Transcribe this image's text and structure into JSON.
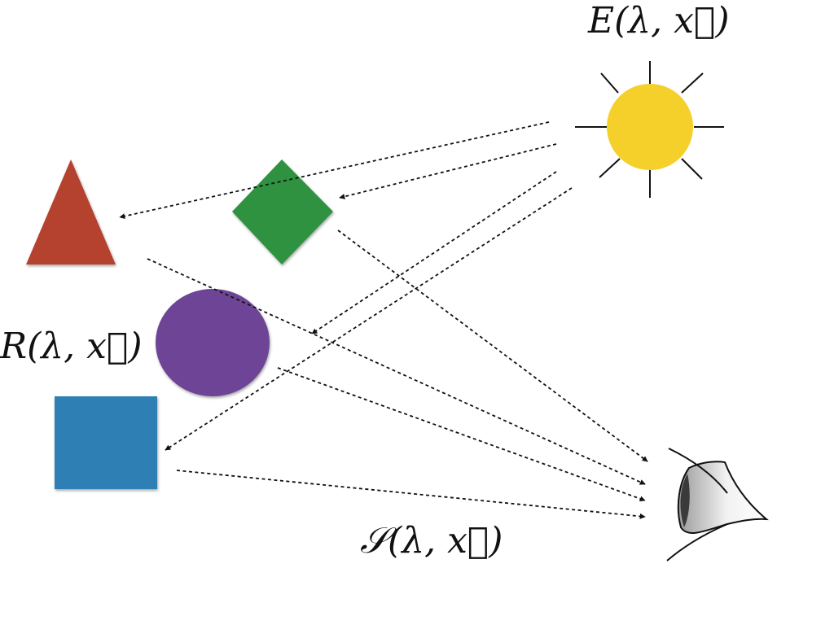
{
  "labels": {
    "illuminant": "E(λ, x⃗)",
    "reflectance": "R(λ, x⃗)",
    "signal": "𝒮(λ, x⃗)"
  },
  "colors": {
    "sun": "#f5cf2a",
    "triangle": "#b5432f",
    "diamond": "#2f9240",
    "circle": "#6e4596",
    "square": "#2e7fb4",
    "eye_iris": "#3a3a3a"
  },
  "icons": {
    "light_source": "sun-icon",
    "observer": "eye-icon"
  }
}
